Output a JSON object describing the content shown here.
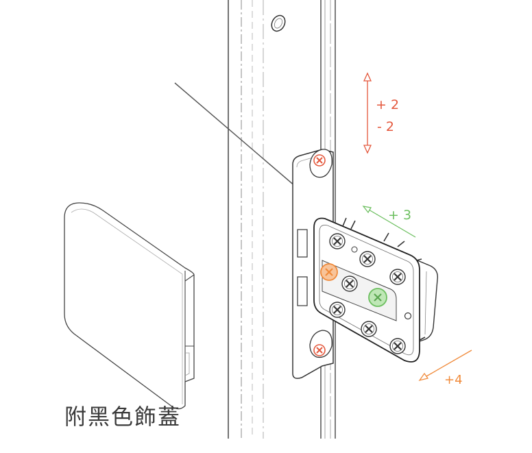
{
  "labels": {
    "vertical_plus": "+ 2",
    "vertical_minus": "- 2",
    "depth": "+ 3",
    "side": "+4",
    "caption": "附黑色飾蓋"
  },
  "colors": {
    "vertical_adjust": "#e4573c",
    "depth_adjust": "#6cbf5f",
    "side_adjust": "#f08a3a",
    "line": "#3a3a3a"
  }
}
